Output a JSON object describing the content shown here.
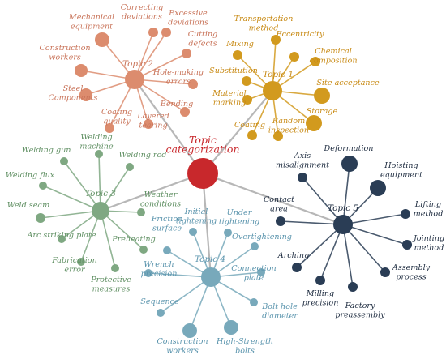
{
  "center": {
    "label": [
      "Topic",
      "categorization"
    ],
    "color": "#c8282c"
  },
  "topics": [
    {
      "id": "t1",
      "label": "Topic 1",
      "color": "#d29a1e",
      "label_color": "#c88a14",
      "leaves": [
        {
          "label": [
            "Transportation",
            "method"
          ]
        },
        {
          "label": [
            "Eccentricity"
          ]
        },
        {
          "label": [
            "Chemical",
            "composition"
          ]
        },
        {
          "label": [
            "Site acceptance"
          ]
        },
        {
          "label": [
            "Storage"
          ]
        },
        {
          "label": [
            "Random",
            "inspection"
          ]
        },
        {
          "label": [
            "Coating"
          ]
        },
        {
          "label": [
            "Material",
            "marking"
          ]
        },
        {
          "label": [
            "Substitution"
          ]
        },
        {
          "label": [
            "Mixing"
          ]
        }
      ]
    },
    {
      "id": "t2",
      "label": "Topic 2",
      "color": "#dc8c6e",
      "label_color": "#c9745a",
      "leaves": [
        {
          "label": [
            "Correcting",
            "deviations"
          ]
        },
        {
          "label": [
            "Excessive",
            "deviations"
          ]
        },
        {
          "label": [
            "Cutting",
            "defects"
          ]
        },
        {
          "label": [
            "Hole-making",
            "errors"
          ]
        },
        {
          "label": [
            "Bending"
          ]
        },
        {
          "label": [
            "Layered",
            "tearing"
          ]
        },
        {
          "label": [
            "Coating",
            "quality"
          ]
        },
        {
          "label": [
            "Steel",
            "Components"
          ]
        },
        {
          "label": [
            "Construction",
            "workers"
          ]
        },
        {
          "label": [
            "Mechanical",
            "equipment"
          ]
        }
      ]
    },
    {
      "id": "t3",
      "label": "Topic 3",
      "color": "#7fa882",
      "label_color": "#5f8f62",
      "leaves": [
        {
          "label": [
            "Welding",
            "machine"
          ]
        },
        {
          "label": [
            "Welding rod"
          ]
        },
        {
          "label": [
            "Weather",
            "conditions"
          ]
        },
        {
          "label": [
            "Preheating"
          ]
        },
        {
          "label": [
            "Protective",
            "measures"
          ]
        },
        {
          "label": [
            "Fabrication",
            "error"
          ]
        },
        {
          "label": [
            "Arc striking plate"
          ]
        },
        {
          "label": [
            "Weld seam"
          ]
        },
        {
          "label": [
            "Welding flux"
          ]
        },
        {
          "label": [
            "Welding gun"
          ]
        }
      ]
    },
    {
      "id": "t4",
      "label": "Topic 4",
      "color": "#78a9bb",
      "label_color": "#5a94ad",
      "leaves": [
        {
          "label": [
            "Initial",
            "tightening"
          ]
        },
        {
          "label": [
            "Under",
            "tightening"
          ]
        },
        {
          "label": [
            "Overtightening"
          ]
        },
        {
          "label": [
            "Connection",
            "plate"
          ]
        },
        {
          "label": [
            "Bolt hole",
            "diameter"
          ]
        },
        {
          "label": [
            "High-Strength",
            "bolts"
          ]
        },
        {
          "label": [
            "Construction",
            "workers"
          ]
        },
        {
          "label": [
            "Sequence"
          ]
        },
        {
          "label": [
            "Wrench",
            "precision"
          ]
        },
        {
          "label": [
            "Friction",
            "surface"
          ]
        }
      ]
    },
    {
      "id": "t5",
      "label": "Topic 5",
      "color": "#2a3d55",
      "label_color": "#1e2c40",
      "leaves": [
        {
          "label": [
            "Deformation"
          ]
        },
        {
          "label": [
            "Hoisting",
            "equipment"
          ]
        },
        {
          "label": [
            "Lifting",
            "method"
          ]
        },
        {
          "label": [
            "Jointing",
            "method"
          ]
        },
        {
          "label": [
            "Assembly",
            "process"
          ]
        },
        {
          "label": [
            "Factory",
            "preassembly"
          ]
        },
        {
          "label": [
            "Milling",
            "precision"
          ]
        },
        {
          "label": [
            "Arching"
          ]
        },
        {
          "label": [
            "Contact",
            "area"
          ]
        },
        {
          "label": [
            "Axis",
            "misalignment"
          ]
        }
      ]
    }
  ]
}
